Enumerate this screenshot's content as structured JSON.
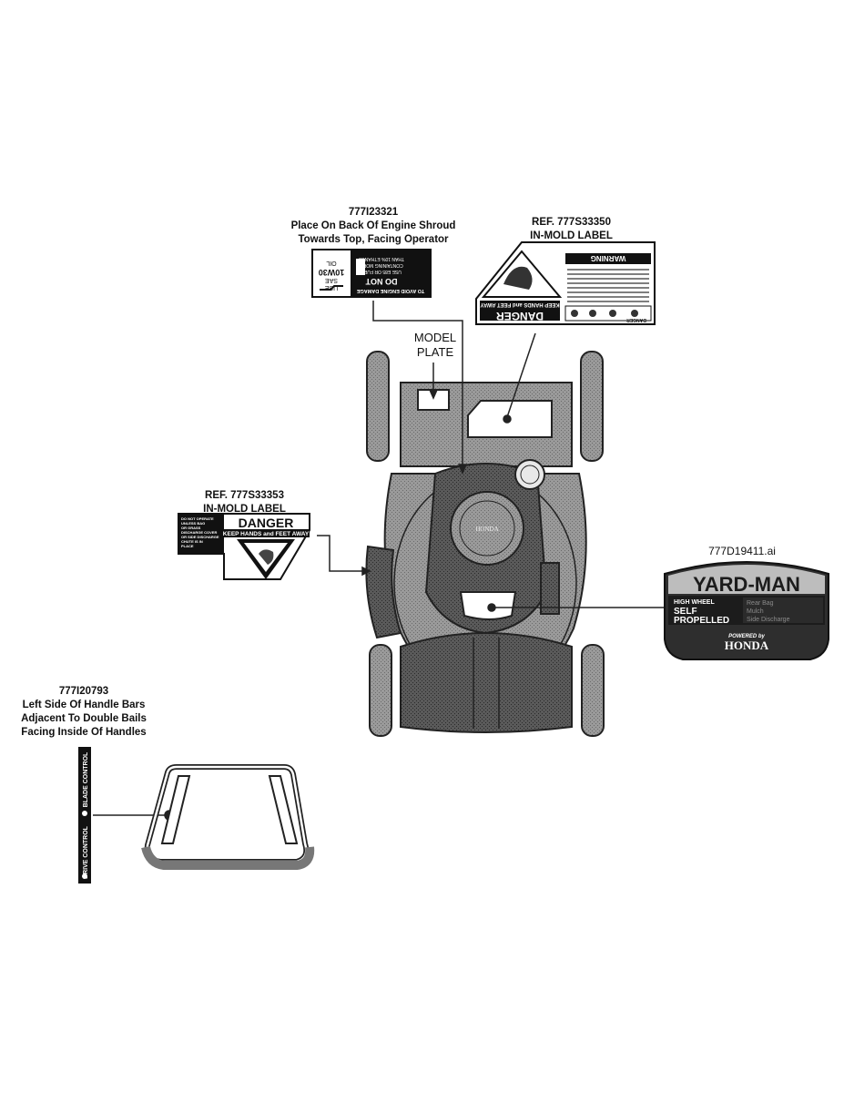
{
  "engine_label": {
    "part_number": "777I23321",
    "line1": "Place On Back Of Engine Shroud",
    "line2": "Towards Top, Facing Operator",
    "decal_text": [
      "TO AVOID ENGINE DAMAGE",
      "DO NOT",
      "USE E85 OR FUEL",
      "CONTAINING MORE",
      "THAN 10% ETHANOL",
      "USE",
      "SAE",
      "10W30",
      "OIL"
    ]
  },
  "top_danger_label": {
    "ref": "REF. 777S33350",
    "type": "IN-MOLD LABEL",
    "danger_word": "DANGER",
    "subtext": "KEEP HANDS and FEET AWAY",
    "warning_word": "WARNING",
    "corner_word": "DANGER"
  },
  "model_plate": {
    "line1": "MODEL",
    "line2": "PLATE"
  },
  "side_danger_label": {
    "ref": "REF. 777S33353",
    "type": "IN-MOLD LABEL",
    "danger_word": "DANGER",
    "subtext": "KEEP HANDS and FEET AWAY",
    "side_text": [
      "DO NOT OPERATE",
      "UNLESS BAG",
      "OR GRASS",
      "DISCHARGE COVER",
      "OR SIDE DISCHARGE",
      "CHUTE IS IN",
      "PLACE"
    ]
  },
  "yardman_label": {
    "file": "777D19411.ai",
    "brand": "YARD-MAN",
    "features_left": [
      "HIGH WHEEL",
      "SELF",
      "PROPELLED"
    ],
    "features_right": [
      "Rear Bag",
      "Mulch",
      "Side Discharge"
    ],
    "powered_by": "POWERED by",
    "engine_brand": "HONDA"
  },
  "handle_label": {
    "part_number": "777I20793",
    "line1": "Left Side Of Handle Bars",
    "line2": "Adjacent To Double Bails",
    "line3": "Facing Inside Of Handles",
    "control1": "DRIVE CONTROL",
    "control2": "BLADE CONTROL"
  },
  "engine_brand_on_shroud": "HONDA",
  "colors": {
    "line": "#111111",
    "mower_fill": "#8c8c8c",
    "mower_dark": "#4a4a4a",
    "label_black": "#111111",
    "yardman_bg": "#2e2e2e",
    "yardman_top": "#bdbdbd"
  }
}
